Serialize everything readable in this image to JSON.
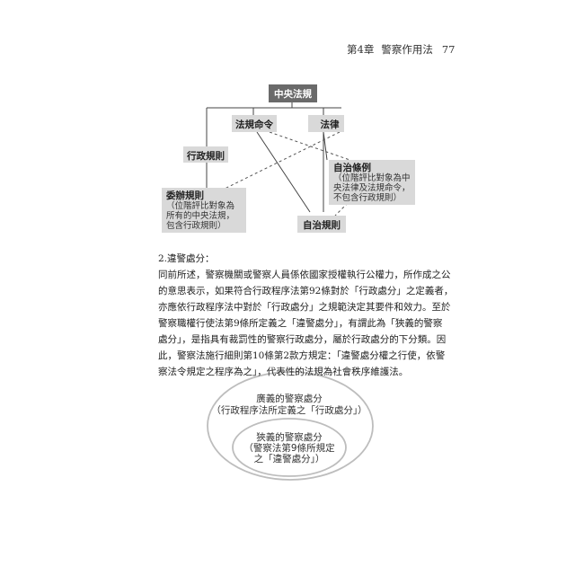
{
  "header": {
    "chapter": "第4章",
    "title": "警察作用法",
    "page": "77"
  },
  "diagram": {
    "nodes": {
      "central": "中央法規",
      "regulation_order": "法規命令",
      "law": "法律",
      "admin_rule": "行政規則",
      "autonomy_ordinance": "自治條例",
      "autonomy_ordinance_note": [
        "（位階評比對象為中",
        "央法律及法規命令，",
        "不包含行政規則）"
      ],
      "delegated_rule": "委辦規則",
      "delegated_rule_note": [
        "（位階評比對象為",
        "所有的中央法規，",
        "包含行政規則）"
      ],
      "autonomy_rule": "自治規則"
    }
  },
  "section": {
    "heading": "2.違警處分：",
    "lines": [
      "同前所述，警察機關或警察人員係依國家授權執行公權力，所作成之公",
      "的意思表示，如果符合行政程序法第92條對於「行政處分」之定義者，",
      "亦應依行政程序法中對於「行政處分」之規範決定其要件和效力。至於",
      "警察職權行使法第9條所定義之「違警處分」，有謂此為「狹義的警察",
      "處分」，是指具有裁罰性的警察行政處分，屬於行政處分的下分類。因",
      "此，警察法施行細則第10條第2款方規定：「違警處分權之行使，依警",
      "察法令規定之程序為之」，代表性的法規為社會秩序維護法。"
    ]
  },
  "venn": {
    "outer_title": "廣義的警察處分",
    "outer_note": "（行政程序法所定義之「行政處分」）",
    "inner_title": "狹義的警察處分",
    "inner_note_1": "（警察法第9條所規定",
    "inner_note_2": "之「違警處分」）"
  }
}
